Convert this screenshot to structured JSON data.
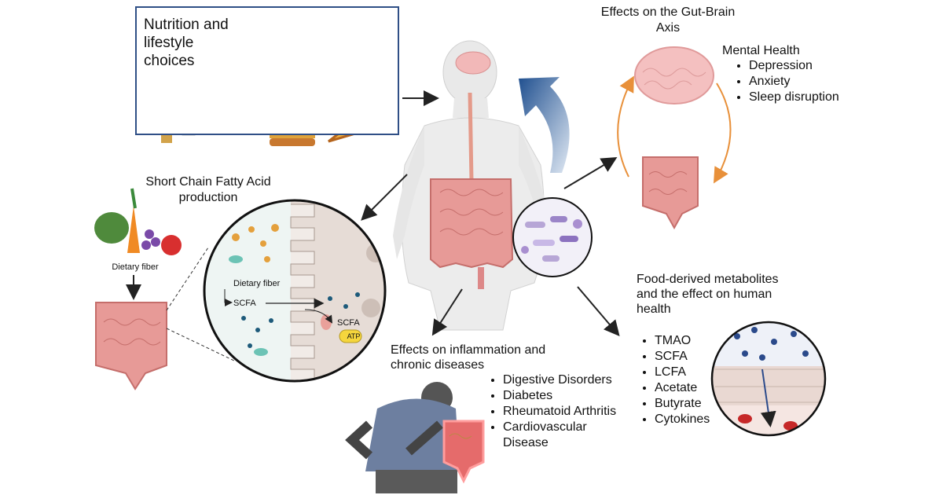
{
  "nutrition": {
    "title": "Nutrition and lifestyle choices"
  },
  "scfa": {
    "title": "Short Chain Fatty Acid production",
    "fiber_label": "Dietary fiber",
    "inner_fiber": "Dietary fiber",
    "inner_scfa": "SCFA",
    "inner_scfa2": "SCFA",
    "atp": "ATP"
  },
  "gut_brain": {
    "title": "Effects on the Gut-Brain Axis",
    "mental_title": "Mental Health",
    "mental_items": [
      "Depression",
      "Anxiety",
      "Sleep disruption"
    ]
  },
  "metabolites": {
    "title": "Food-derived metabolites and the effect on human health",
    "items": [
      "TMAO",
      "SCFA",
      "LCFA",
      "Acetate",
      "Butyrate",
      "Cytokines"
    ]
  },
  "inflammation": {
    "title": "Effects on inflammation and chronic diseases",
    "items": [
      "Digestive Disorders",
      "Diabetes",
      "Rheumatoid Arthritis",
      "Cardiovascular Disease"
    ]
  },
  "colors": {
    "box_border": "#2f4f86",
    "gut": "#e08a8a",
    "brain": "#f2b8b8",
    "body": "#e6e6e6",
    "orange_arrow": "#e8903a",
    "blue_arrow": "#2f67a8"
  }
}
